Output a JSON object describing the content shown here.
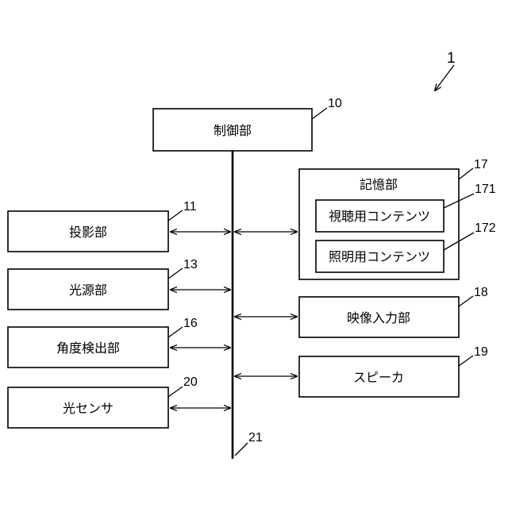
{
  "diagram": {
    "main_ref": "1",
    "bus_ref": "21",
    "control": {
      "label": "制御部",
      "ref": "10"
    },
    "projection": {
      "label": "投影部",
      "ref": "11"
    },
    "light_source": {
      "label": "光源部",
      "ref": "13"
    },
    "angle_detection": {
      "label": "角度検出部",
      "ref": "16"
    },
    "light_sensor": {
      "label": "光センサ",
      "ref": "20"
    },
    "storage": {
      "label": "記憶部",
      "ref": "17",
      "viewing_content": {
        "label": "視聴用コンテンツ",
        "ref": "171"
      },
      "lighting_content": {
        "label": "照明用コンテンツ",
        "ref": "172"
      }
    },
    "video_input": {
      "label": "映像入力部",
      "ref": "18"
    },
    "speaker": {
      "label": "スピーカ",
      "ref": "19"
    }
  }
}
